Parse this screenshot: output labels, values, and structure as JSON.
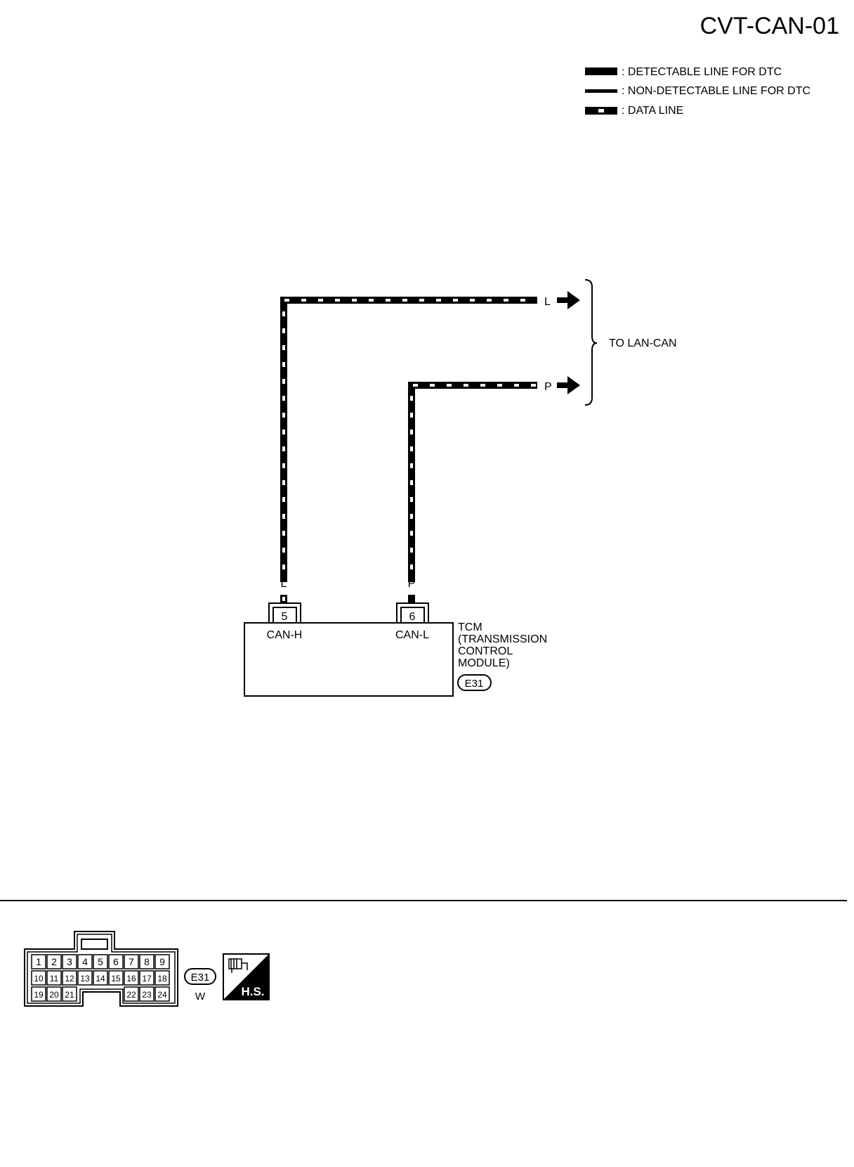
{
  "title": "CVT-CAN-01",
  "legend": {
    "detectable": ": DETECTABLE LINE FOR DTC",
    "non_detectable": ": NON-DETECTABLE LINE FOR DTC",
    "data_line": ": DATA LINE"
  },
  "wires": {
    "top_color": "L",
    "bottom_color": "P",
    "left_color": "L",
    "right_color": "P"
  },
  "destination": "TO LAN-CAN",
  "module": {
    "pin_5": "5",
    "pin_6": "6",
    "pin_5_label": "CAN-H",
    "pin_6_label": "CAN-L",
    "name_lines": [
      "TCM",
      "(TRANSMISSION",
      "CONTROL",
      "MODULE)"
    ],
    "connector_id": "E31"
  },
  "connector_view": {
    "row1": [
      "1",
      "2",
      "3",
      "4",
      "5",
      "6",
      "7",
      "8",
      "9"
    ],
    "row2": [
      "10",
      "11",
      "12",
      "13",
      "14",
      "15",
      "16",
      "17",
      "18"
    ],
    "row3_left": [
      "19",
      "20",
      "21"
    ],
    "row3_right": [
      "22",
      "23",
      "24"
    ],
    "connector_id": "E31",
    "color": "W",
    "badge_text": "H.S."
  },
  "icons": [
    "harness-side-icon"
  ]
}
